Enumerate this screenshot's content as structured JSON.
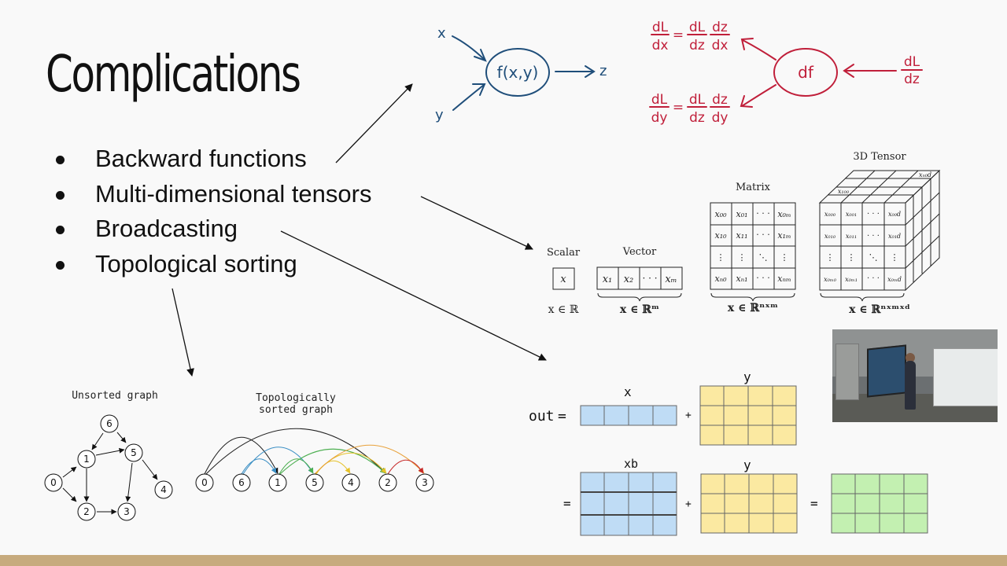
{
  "slide": {
    "title": "Complications",
    "bullets": [
      "Backward functions",
      "Multi-dimensional tensors",
      "Broadcasting",
      "Topological sorting"
    ]
  },
  "forward_diagram": {
    "input_x": "x",
    "input_y": "y",
    "node": "f(x,y)",
    "output": "z"
  },
  "backward_diagram": {
    "node": "df",
    "incoming_num": "dL",
    "incoming_den": "dz",
    "eq_x": {
      "lhs_num": "dL",
      "lhs_den": "dx",
      "r1_num": "dL",
      "r1_den": "dz",
      "r2_num": "dz",
      "r2_den": "dx"
    },
    "eq_y": {
      "lhs_num": "dL",
      "lhs_den": "dy",
      "r1_num": "dL",
      "r1_den": "dz",
      "r2_num": "dz",
      "r2_den": "dy"
    },
    "equals": "="
  },
  "tensors": {
    "scalar_title": "Scalar",
    "scalar_cell": "x",
    "scalar_set": "x ∈ ℝ",
    "vector_title": "Vector",
    "vector_cells": [
      "x₁",
      "x₂",
      "· · ·",
      "xₘ"
    ],
    "vector_set": "x ∈ ℝᵐ",
    "matrix_title": "Matrix",
    "matrix_rows": [
      [
        "x₀₀",
        "x₀₁",
        "· · ·",
        "x₀ₘ"
      ],
      [
        "x₁₀",
        "x₁₁",
        "· · ·",
        "x₁ₘ"
      ],
      [
        "⋮",
        "⋮",
        "⋱",
        "⋮"
      ],
      [
        "xₙ₀",
        "xₙ₁",
        "· · ·",
        "xₙₘ"
      ]
    ],
    "matrix_set": "x ∈ ℝⁿˣᵐ",
    "tensor_title": "3D Tensor",
    "tensor_rows": [
      [
        "x₀₀₀",
        "x₀₀₁",
        "· · ·",
        "x₀₀d"
      ],
      [
        "x₀₁₀",
        "x₀₁₁",
        "· · ·",
        "x₀₁d"
      ],
      [
        "⋮",
        "⋮",
        "⋱",
        "⋮"
      ],
      [
        "x₀ₘ₀",
        "x₀ₘ₁",
        "· · ·",
        "x₀ₘd"
      ]
    ],
    "tensor_top_left": "x₁₀₀",
    "tensor_top_right": "xₙ₀d",
    "tensor_set": "x ∈ ℝⁿˣᵐˣᵈ"
  },
  "broadcasting": {
    "out_label": "out",
    "equals": "=",
    "plus": "+",
    "x_label": "x",
    "y_label": "y",
    "xb_label": "xb",
    "colors": {
      "blue": "#bfdcf5",
      "yellow": "#fbe9a1",
      "green": "#c3f0b1"
    }
  },
  "graphs": {
    "unsorted_title": "Unsorted graph",
    "sorted_title_line1": "Topologically",
    "sorted_title_line2": "sorted graph",
    "unsorted_nodes": [
      "0",
      "1",
      "2",
      "3",
      "4",
      "5",
      "6"
    ],
    "sorted_nodes": [
      "0",
      "6",
      "1",
      "5",
      "4",
      "2",
      "3"
    ]
  },
  "colors": {
    "ink_blue": "#1f4e7a",
    "ink_red": "#c01f3a",
    "bottom_bar": "#c7ab7e",
    "arc_black": "#222222",
    "arc_blue": "#3b8fc4",
    "arc_green": "#4caf50",
    "arc_yellow": "#e6c229",
    "arc_orange": "#e8a13a",
    "arc_red": "#c62828"
  }
}
